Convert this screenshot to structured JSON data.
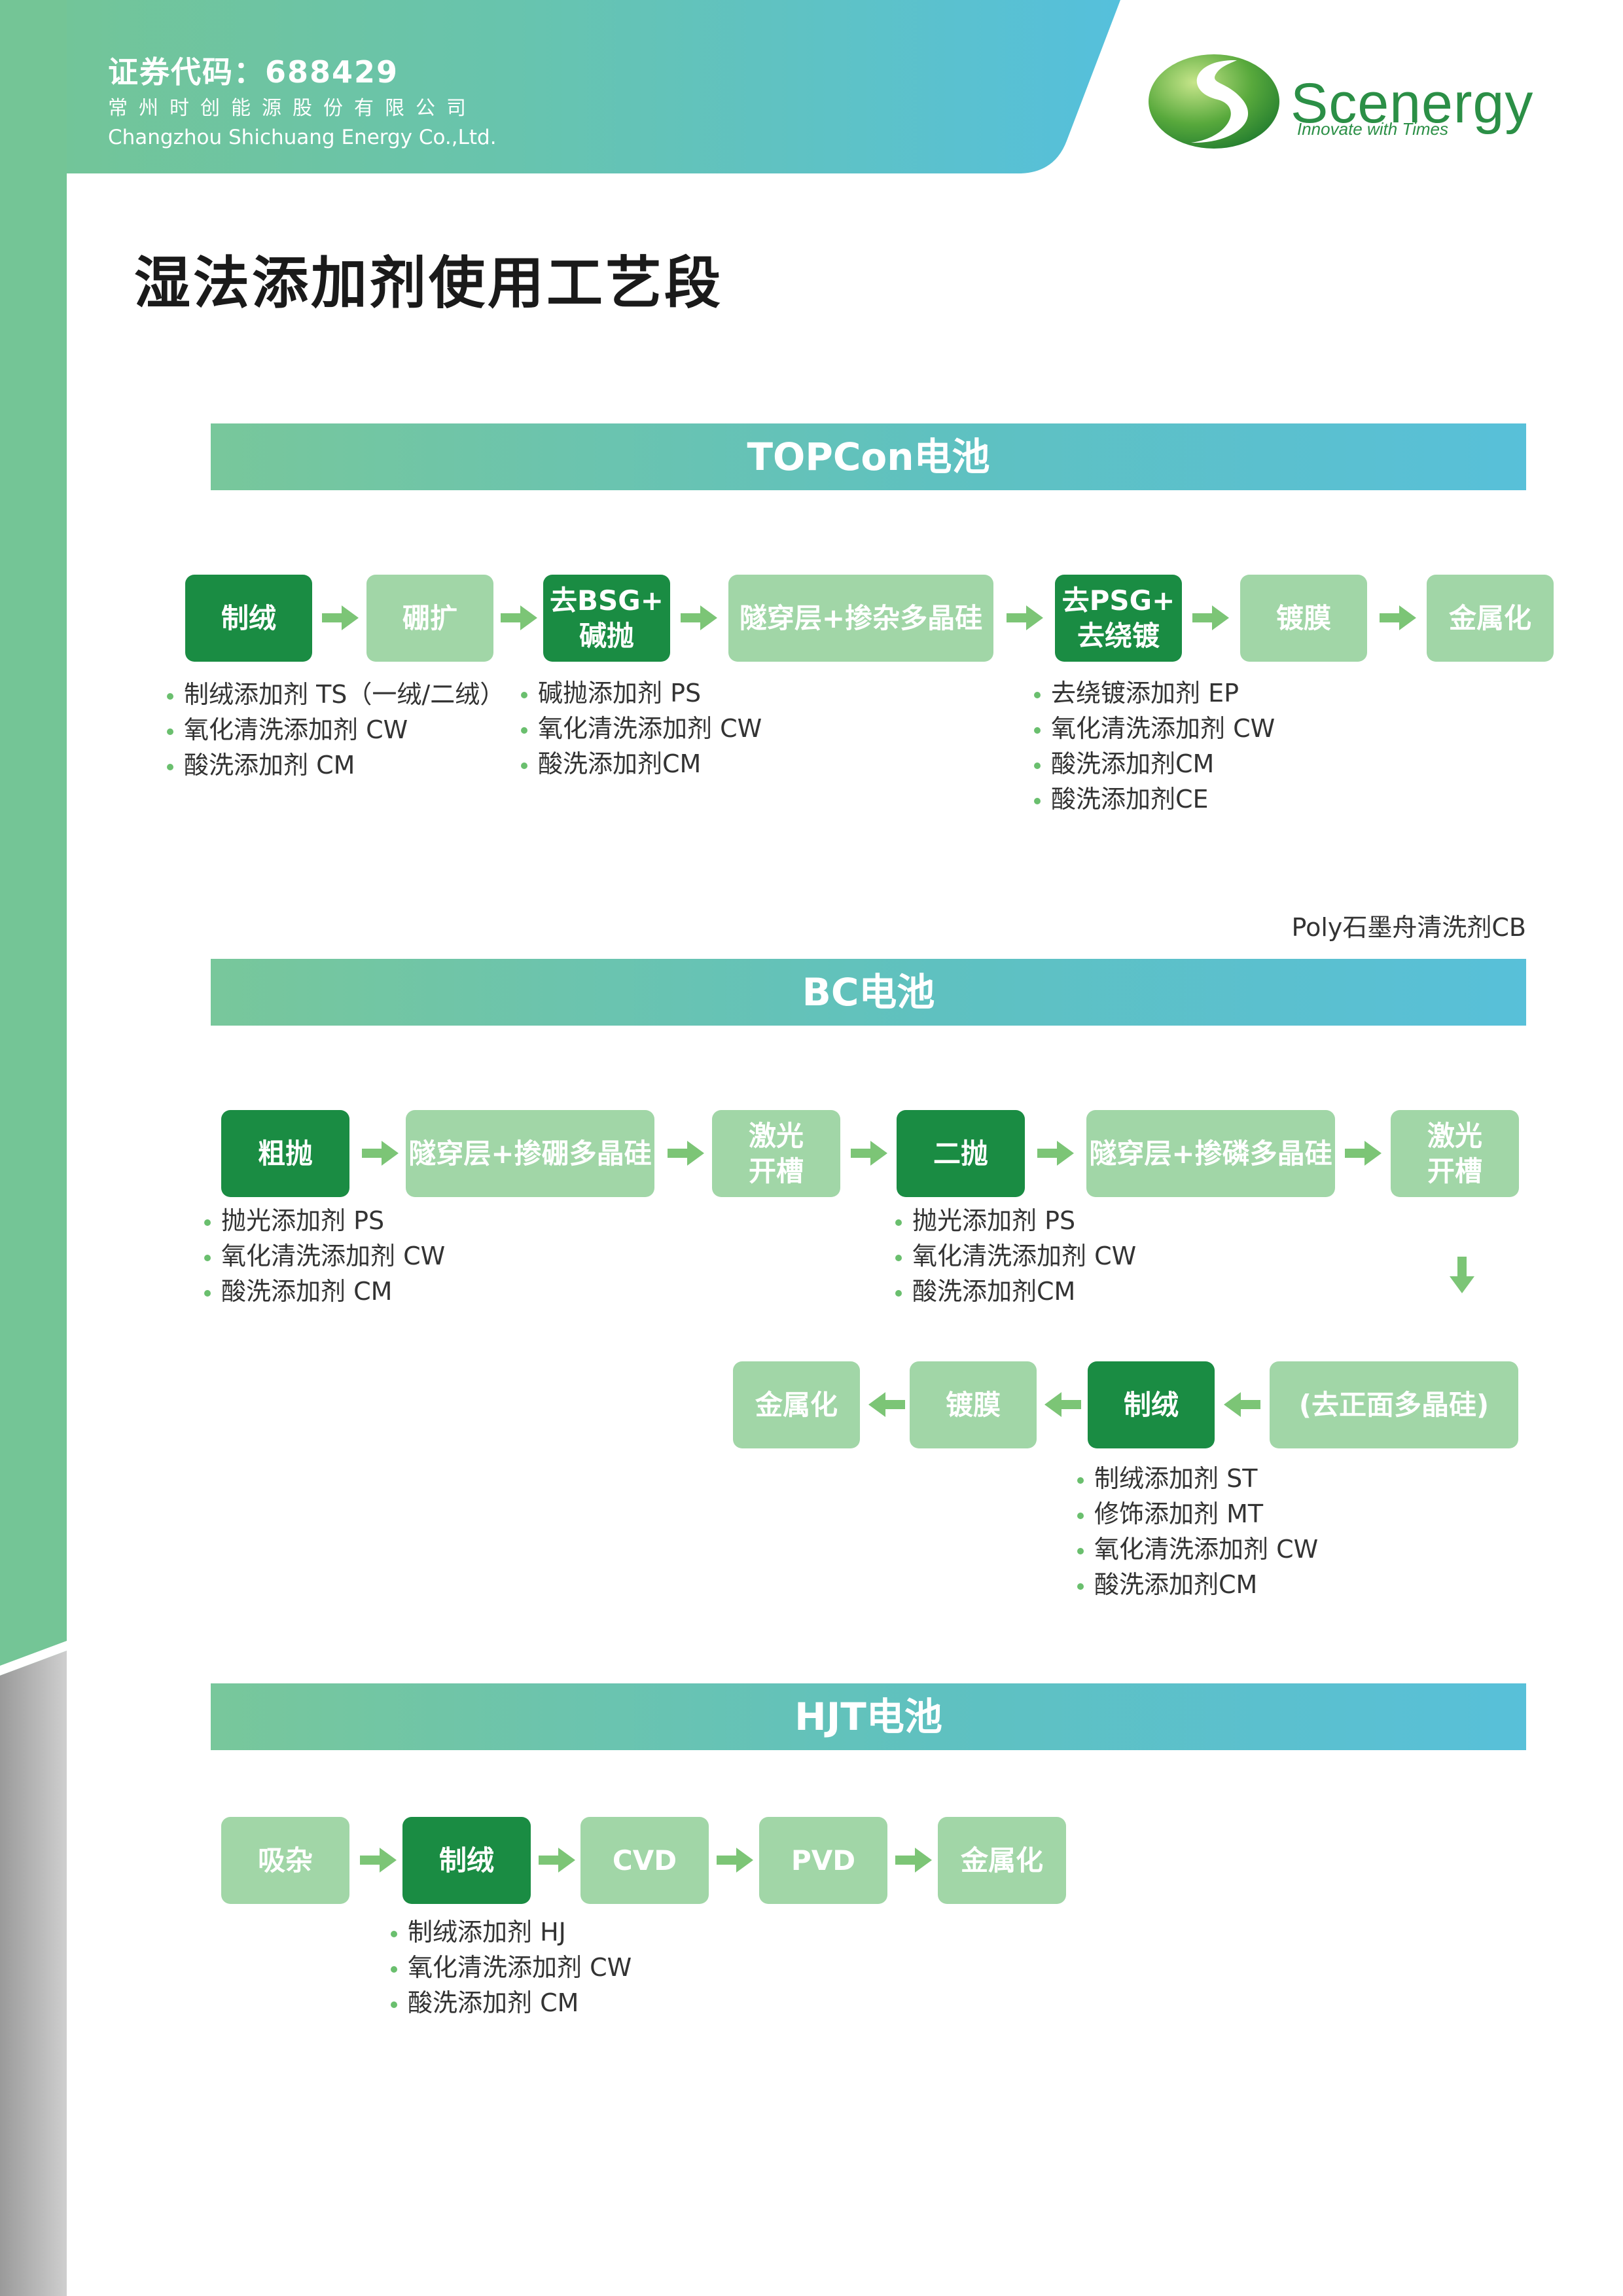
{
  "header": {
    "stock_code": "证券代码：688429",
    "company_cn": "常州时创能源股份有限公司",
    "company_en": "Changzhou Shichuang Energy Co.,Ltd."
  },
  "logo": {
    "name": "Scenergy",
    "tagline": "Innovate with Times",
    "icon": "swirl-s-logo-icon"
  },
  "title": "湿法添加剂使用工艺段",
  "colors": {
    "dark_step": "#1a8c43",
    "light_step": "#a1d6a7",
    "arrow": "#7cc576",
    "banner_start": "#78c79b",
    "banner_end": "#58c0d9",
    "brand": "#2b8f46"
  },
  "topcon": {
    "banner": "TOPCon电池",
    "steps": [
      "制绒",
      "硼扩",
      "去BSG+\n碱抛",
      "隧穿层+掺杂多晶硅",
      "去PSG+\n去绕镀",
      "镀膜",
      "金属化"
    ],
    "notes_1": [
      "制绒添加剂 TS（一绒/二绒）",
      "氧化清洗添加剂 CW",
      "酸洗添加剂 CM"
    ],
    "notes_2": [
      "碱抛添加剂 PS",
      "氧化清洗添加剂 CW",
      "酸洗添加剂CM"
    ],
    "notes_3": [
      "去绕镀添加剂 EP",
      "氧化清洗添加剂 CW",
      "酸洗添加剂CM",
      "酸洗添加剂CE"
    ],
    "poly_note": "Poly石墨舟清洗剂CB"
  },
  "bc": {
    "banner": "BC电池",
    "row1_steps": [
      "粗抛",
      "隧穿层+掺硼多晶硅",
      "激光\n开槽",
      "二抛",
      "隧穿层+掺磷多晶硅",
      "激光\n开槽"
    ],
    "row2_steps": [
      "金属化",
      "镀膜",
      "制绒",
      "(去正面多晶硅)"
    ],
    "notes_1": [
      "抛光添加剂 PS",
      "氧化清洗添加剂 CW",
      "酸洗添加剂 CM"
    ],
    "notes_2": [
      "抛光添加剂 PS",
      "氧化清洗添加剂 CW",
      "酸洗添加剂CM"
    ],
    "notes_3": [
      "制绒添加剂 ST",
      "修饰添加剂 MT",
      "氧化清洗添加剂 CW",
      "酸洗添加剂CM"
    ]
  },
  "hjt": {
    "banner": "HJT电池",
    "steps": [
      "吸杂",
      "制绒",
      "CVD",
      "PVD",
      "金属化"
    ],
    "notes_1": [
      "制绒添加剂 HJ",
      "氧化清洗添加剂 CW",
      "酸洗添加剂 CM"
    ]
  }
}
